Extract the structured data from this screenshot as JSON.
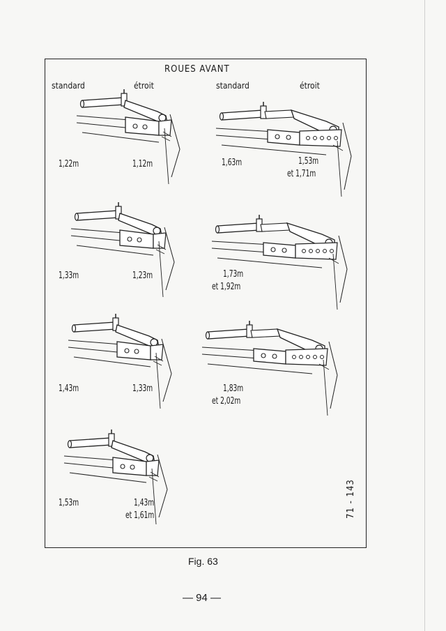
{
  "header": {
    "title": "ROUES AVANT",
    "left_standard": "standard",
    "left_etroit": "étroit",
    "right_standard": "standard",
    "right_etroit": "étroit"
  },
  "left_column": [
    {
      "standard": "1,22m",
      "etroit": "1,12m",
      "etroit_alt": ""
    },
    {
      "standard": "1,33m",
      "etroit": "1,23m",
      "etroit_alt": ""
    },
    {
      "standard": "1,43m",
      "etroit": "1,33m",
      "etroit_alt": ""
    },
    {
      "standard": "1,53m",
      "etroit": "1,43m",
      "etroit_alt": "et 1,61m"
    }
  ],
  "right_column": [
    {
      "standard": "1,63m",
      "etroit": "1,53m",
      "etroit_alt": "et 1,71m"
    },
    {
      "standard": "1,73m",
      "standard_alt": "et 1,92m"
    },
    {
      "standard": "1,83m",
      "standard_alt": "et 2,02m"
    }
  ],
  "figure": {
    "reference": "71 - 143",
    "caption": "Fig. 63",
    "page_number": "— 94 —"
  }
}
